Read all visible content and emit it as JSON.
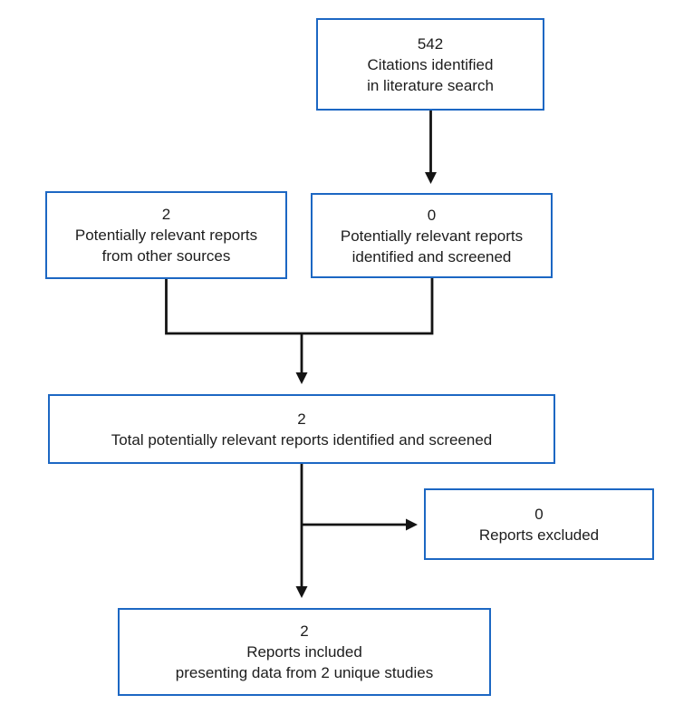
{
  "colors": {
    "box_border": "#1c67c3",
    "connector": "#141414",
    "text": "#1d1d1d",
    "background": "#ffffff"
  },
  "boxes": {
    "citations": {
      "count": "542",
      "line1": "Citations identified",
      "line2": "in literature search"
    },
    "other_sources": {
      "count": "2",
      "line1": "Potentially relevant reports",
      "line2": "from other sources"
    },
    "identified_screened": {
      "count": "0",
      "line1": "Potentially relevant reports",
      "line2": "identified and screened"
    },
    "total_screened": {
      "count": "2",
      "line1": "Total potentially relevant reports identified and screened"
    },
    "excluded": {
      "count": "0",
      "line1": "Reports excluded"
    },
    "included": {
      "count": "2",
      "line1": "Reports included",
      "line2": "presenting data from 2 unique studies"
    }
  }
}
